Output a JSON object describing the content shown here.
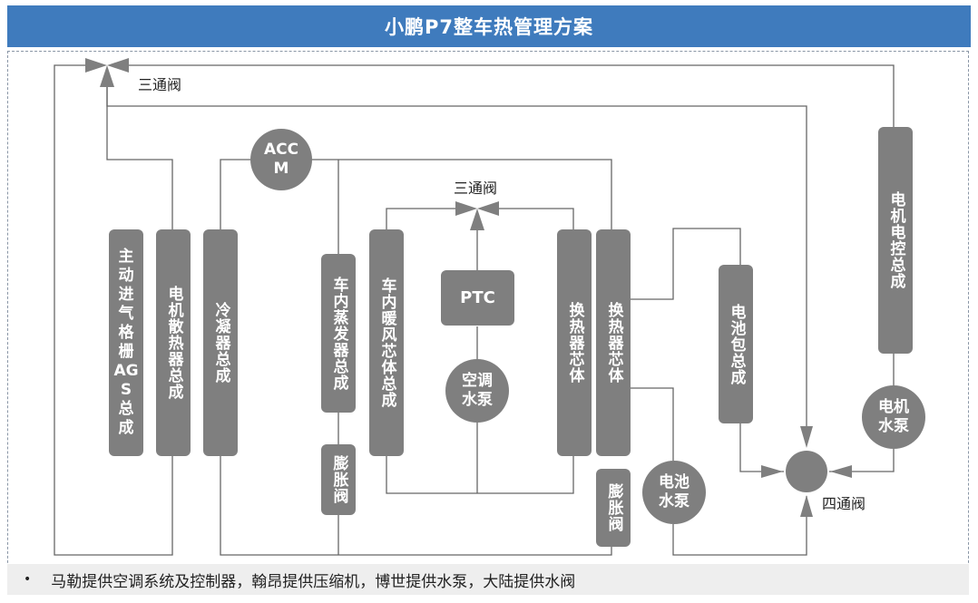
{
  "title": "小鹏P7整车热管理方案",
  "components": {
    "ags": "主动进气格栅AGS总成",
    "motor_radiator": "电机散热器总成",
    "condenser": "冷凝器总成",
    "evaporator": "车内蒸发器总成",
    "expansion_valve_1": "膨胀阀",
    "heater_core": "车内暖风芯体总成",
    "ptc": "PTC",
    "ac_pump": "空调水泵",
    "hx_core_1": "换热器芯体",
    "hx_core_2": "换热器芯体",
    "expansion_valve_2": "膨胀阀",
    "battery_pack": "电池包总成",
    "battery_pump": "电池水泵",
    "motor_controller": "电机电控总成",
    "motor_pump": "电机水泵",
    "acc": "ACCM"
  },
  "valves": {
    "three_way_1": "三通阀",
    "three_way_2": "三通阀",
    "four_way": "四通阀"
  },
  "footer": {
    "bullet": "•",
    "text": "马勒提供空调系统及控制器，翰昂提供压缩机，博世提供水泵，大陆提供水阀"
  },
  "colors": {
    "title_bg": "#3f7bbd",
    "component": "#7f7f7f",
    "line": "#666666",
    "frame": "#8a96a6"
  }
}
